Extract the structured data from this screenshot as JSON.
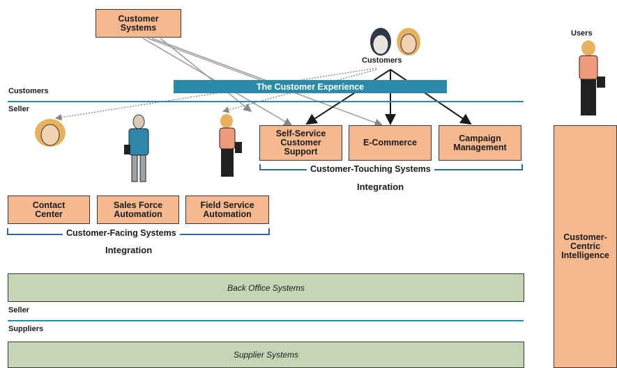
{
  "boxes": {
    "customer_systems": "Customer Systems",
    "self_service": "Self-Service Customer Support",
    "ecommerce": "E-Commerce",
    "campaign": "Campaign Management",
    "contact_center": "Contact Center",
    "sales_force": "Sales Force Automation",
    "field_service": "Field Service Automation",
    "intelligence": "Customer-Centric Intelligence"
  },
  "banner": "The Customer Experience",
  "labels": {
    "customers_top": "Customers",
    "customers_line": "Customers",
    "seller_top": "Seller",
    "users": "Users",
    "seller_bottom": "Seller",
    "suppliers": "Suppliers"
  },
  "groups": {
    "touching": "Customer-Touching Systems",
    "touching_integration": "Integration",
    "facing": "Customer-Facing Systems",
    "facing_integration": "Integration"
  },
  "bars": {
    "back_office": "Back Office Systems",
    "supplier": "Supplier Systems"
  },
  "colors": {
    "box_fill": "#f6b98f",
    "bar_fill": "#c5d6b4",
    "accent": "#2a8aa8"
  }
}
